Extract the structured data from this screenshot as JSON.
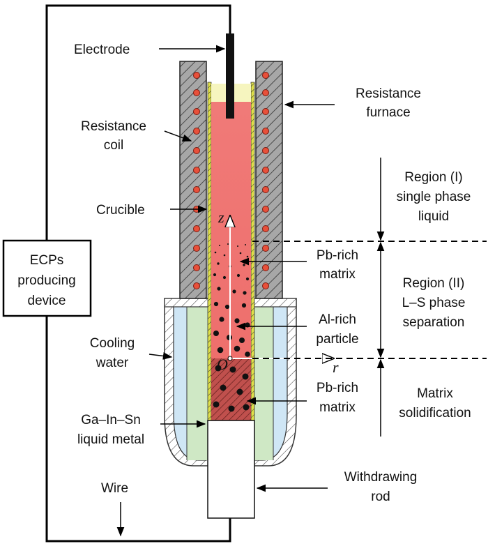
{
  "labels": {
    "electrode": "Electrode",
    "resistance_furnace": [
      "Resistance",
      "furnace"
    ],
    "resistance_coil": [
      "Resistance",
      "coil"
    ],
    "crucible": "Crucible",
    "ecps_device": [
      "ECPs",
      "producing",
      "device"
    ],
    "cooling_water": [
      "Cooling",
      "water"
    ],
    "ga_in_sn": [
      "Ga–In–Sn",
      "liquid metal"
    ],
    "wire": "Wire",
    "withdrawing_rod": [
      "Withdrawing",
      "rod"
    ],
    "pb_rich_matrix_upper": [
      "Pb-rich",
      "matrix"
    ],
    "al_rich_particle": [
      "Al-rich",
      "particle"
    ],
    "pb_rich_matrix_lower": [
      "Pb-rich",
      "matrix"
    ],
    "region_1": [
      "Region (I)",
      "single phase",
      "liquid"
    ],
    "region_2": [
      "Region (II)",
      "L–S phase",
      "separation"
    ],
    "region_3": [
      "Matrix",
      "solidification"
    ],
    "axis_z": "z",
    "axis_r": "r",
    "origin": "O"
  },
  "colors": {
    "melt": "#f07a78",
    "melt_top": "#f6f5bf",
    "solid": "#ad3c3a",
    "cooling_water": "#cfe6f5",
    "liquid_metal": "#cfe8c5",
    "furnace_wall": "#a7a7a7",
    "coil": "#e8503a",
    "crucible_wall": "#d7dd4a"
  },
  "icons": [
    "arrow-icon",
    "coil-dot-icon",
    "particle-dot-icon"
  ]
}
